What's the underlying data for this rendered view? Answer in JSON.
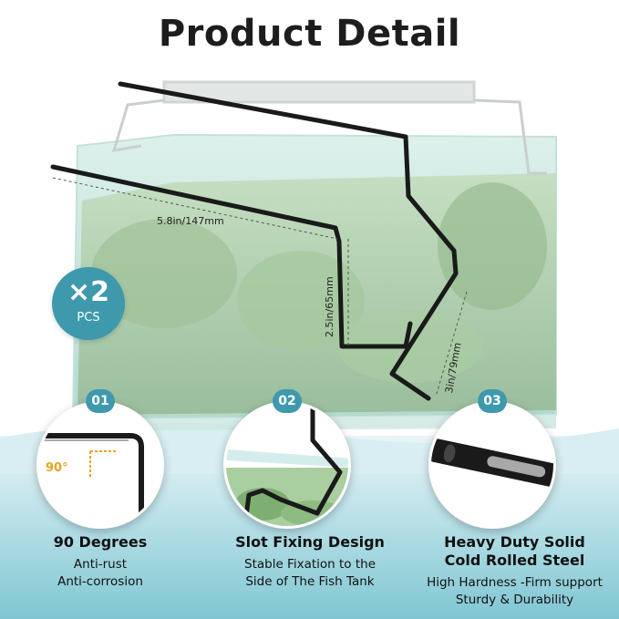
{
  "title": "Product Detail",
  "dimensions": {
    "width": "5.8in/147mm",
    "height_1": "2.5in/65mm",
    "height_2": "3in/79mm"
  },
  "badge": {
    "quantity": "×2",
    "unit": "PCS"
  },
  "features": [
    {
      "number": "01",
      "title": "90 Degrees",
      "desc_lines": [
        "Anti-rust",
        "Anti-corrosion"
      ],
      "inset_label": "90°"
    },
    {
      "number": "02",
      "title": "Slot Fixing Design",
      "desc_lines": [
        "Stable Fixation to the",
        "Side of The Fish Tank"
      ]
    },
    {
      "number": "03",
      "title_lines": [
        "Heavy Duty Solid",
        "Cold Rolled Steel"
      ],
      "desc_lines": [
        "High Hardness -Firm support",
        "Sturdy & Durability"
      ]
    }
  ],
  "colors": {
    "accent": "#3f99ad",
    "angle_marker": "#e9a21e",
    "bar": "#1a1a1a"
  }
}
